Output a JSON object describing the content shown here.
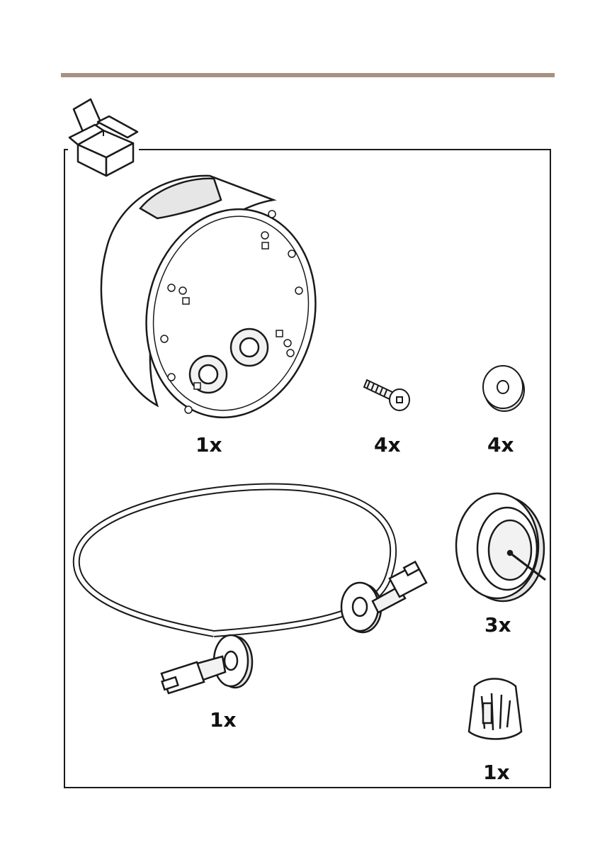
{
  "parts": [
    {
      "quantity": "1x",
      "icon": "junction-box-icon"
    },
    {
      "quantity": "4x",
      "icon": "screw-icon"
    },
    {
      "quantity": "4x",
      "icon": "washer-icon"
    },
    {
      "quantity": "1x",
      "icon": "network-cable-with-gaskets-icon"
    },
    {
      "quantity": "3x",
      "icon": "cable-gasket-icon"
    },
    {
      "quantity": "1x",
      "icon": "cable-clip-icon"
    }
  ],
  "colors": {
    "rule": "#a89080",
    "stroke": "#1a1a1a",
    "shade": "#e6e6e6"
  }
}
